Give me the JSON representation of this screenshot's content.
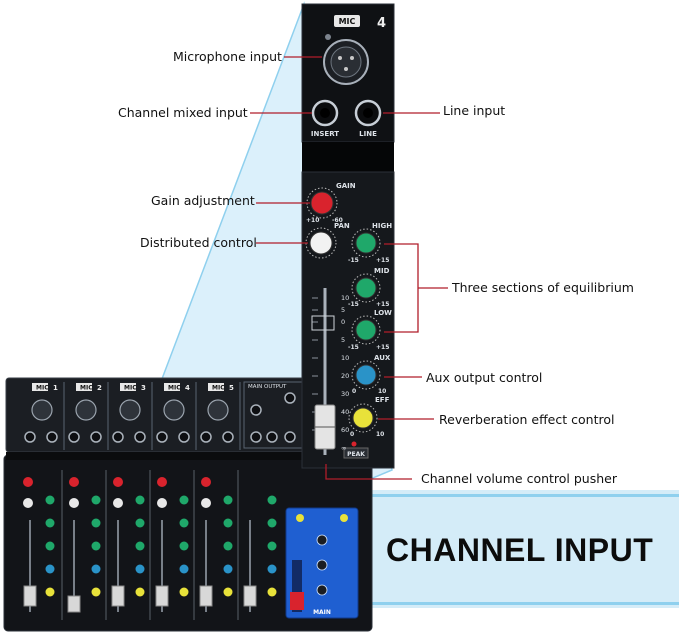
{
  "strip": {
    "mic_badge": "MIC",
    "channel_number": "4",
    "insert_label": "INSERT",
    "line_label": "LINE",
    "gain_label": "GAIN",
    "pan_label": "PAN",
    "high_label": "HIGH",
    "mid_label": "MID",
    "low_label": "LOW",
    "aux_label": "AUX",
    "eff_label": "EFF",
    "peak_label": "PEAK",
    "gain_min": "+10",
    "gain_max": "-60",
    "eq_min": "-15",
    "eq_max": "+15",
    "send_min": "0",
    "send_max": "10"
  },
  "fader_scale": [
    "10",
    "5",
    "0",
    "5",
    "10",
    "20",
    "30",
    "40",
    "60",
    "∞"
  ],
  "callouts": {
    "microphone_input": "Microphone input",
    "channel_mixed_input": "Channel mixed input",
    "line_input": "Line input",
    "gain_adjustment": "Gain adjustment",
    "distributed_control": "Distributed control",
    "three_sections": "Three sections of equilibrium",
    "aux_output_control": "Aux output control",
    "reverberation_effect_control": "Reverberation effect control",
    "channel_volume_pusher": "Channel volume control pusher"
  },
  "mixer": {
    "channels": [
      {
        "badge": "MIC",
        "number": "1"
      },
      {
        "badge": "MIC",
        "number": "2"
      },
      {
        "badge": "MIC",
        "number": "3"
      },
      {
        "badge": "MIC",
        "number": "4"
      },
      {
        "badge": "MIC",
        "number": "5"
      }
    ],
    "main_output_label": "MAIN OUTPUT",
    "main_label": "MAIN"
  },
  "title": "CHANNEL INPUT",
  "colors": {
    "panel": "#1a1d22",
    "highlight": "#8fd0ee",
    "callout_line": "#b01d2a",
    "gain_knob": "#d9232d",
    "pan_knob": "#f2f2f2",
    "eq_knob": "#1fa86a",
    "aux_knob": "#2a93c8",
    "eff_knob": "#e8e23a",
    "main_section": "#1f5fd1"
  }
}
